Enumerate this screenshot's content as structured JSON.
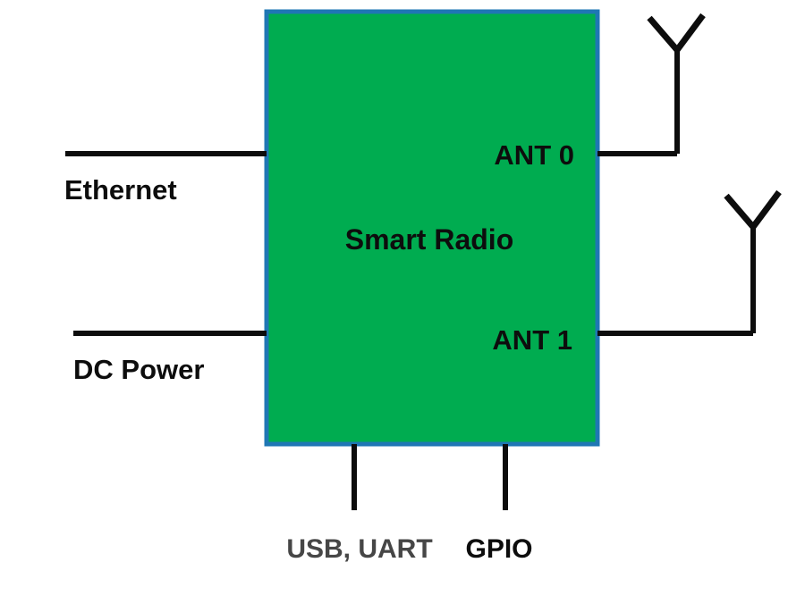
{
  "diagram": {
    "box_label": "Smart Radio",
    "left_ports": [
      {
        "label": "Ethernet"
      },
      {
        "label": "DC Power"
      }
    ],
    "right_ports": [
      {
        "label": "ANT 0"
      },
      {
        "label": "ANT 1"
      }
    ],
    "bottom_ports": [
      {
        "label": "USB, UART"
      },
      {
        "label": "GPIO"
      }
    ],
    "antennas": [
      {
        "name": "antenna-0"
      },
      {
        "name": "antenna-1"
      }
    ]
  },
  "colors": {
    "box_fill": "#00AC50",
    "box_border": "#1F77B4",
    "line": "#0D0D0D",
    "label_dark": "#0D0D0D",
    "label_gray": "#464646"
  }
}
